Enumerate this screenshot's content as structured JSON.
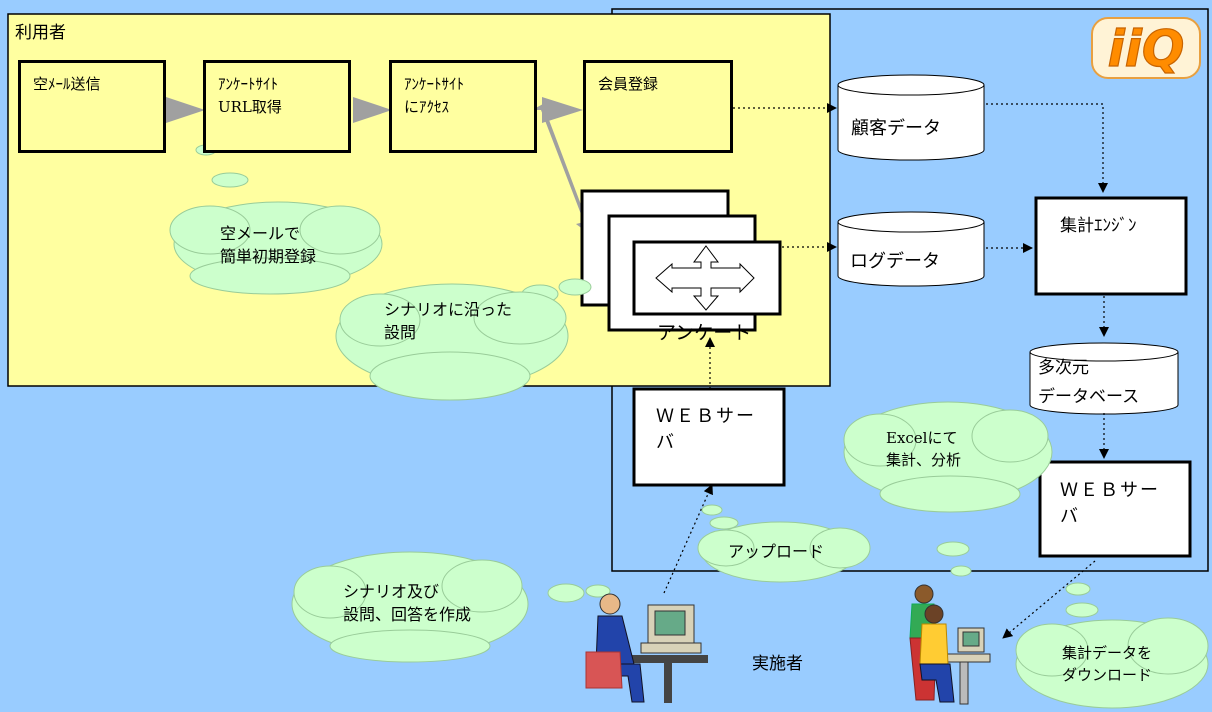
{
  "user_area": {
    "title": "利用者"
  },
  "steps": [
    {
      "id": "s1",
      "lines": [
        "空ﾒｰﾙ送信"
      ]
    },
    {
      "id": "s2",
      "lines": [
        "ｱﾝｹｰﾄｻｲﾄ",
        "URL取得"
      ]
    },
    {
      "id": "s3",
      "lines": [
        "ｱﾝｹｰﾄｻｲﾄ",
        "にｱｸｾｽ"
      ]
    },
    {
      "id": "s4",
      "lines": [
        "会員登録"
      ]
    }
  ],
  "survey": {
    "label": "アンケート"
  },
  "databases": {
    "customer": "顧客データ",
    "log": "ログデータ",
    "multidim": [
      "多次元",
      "データベース"
    ]
  },
  "engine": "集計ｴﾝｼﾞﾝ",
  "web_server_upload": [
    "ＷＥＢサー",
    "バ"
  ],
  "web_server_download": [
    "ＷＥＢサー",
    "バ"
  ],
  "clouds": {
    "empty_mail": [
      "空メールで",
      "簡単初期登録"
    ],
    "scenario_q": [
      "シナリオに沿った",
      "設問"
    ],
    "excel": [
      "Excelにて",
      "集計、分析"
    ],
    "upload": [
      "アップロード"
    ],
    "create": [
      "シナリオ及び",
      "設問、回答を作成"
    ],
    "download": [
      "集計データを",
      "ダウンロード"
    ]
  },
  "operator": "実施者",
  "logo": {
    "text": "iiQ",
    "color": "#ff8c00"
  },
  "colors": {
    "background": "#99ccff",
    "user_area": "#ffffa0",
    "cloud": "#ccffcc",
    "arrow_gray": "#a0a0a0"
  }
}
